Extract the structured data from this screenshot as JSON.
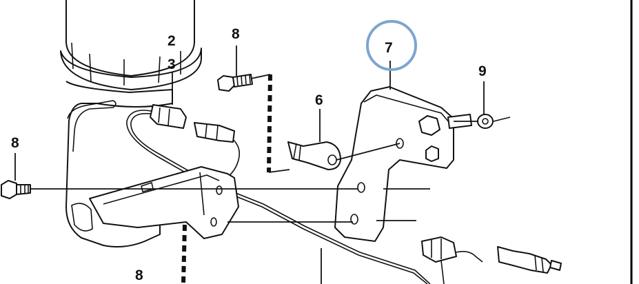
{
  "callouts": {
    "c2": "2",
    "c3": "3",
    "c6": "6",
    "c7": "7",
    "c8_top": "8",
    "c8_left": "8",
    "c8_bottom": "8",
    "c9": "9"
  },
  "colors": {
    "highlight_ring": "#7ea5cf",
    "line": "#111111",
    "frame": "#000000"
  }
}
